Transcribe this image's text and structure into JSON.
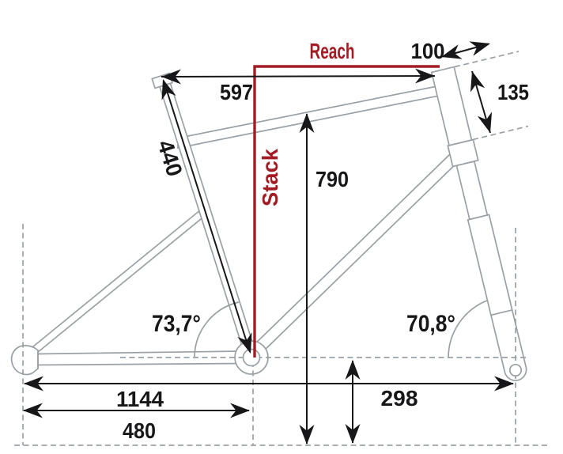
{
  "figure": {
    "type": "bicycle-frame-geometry-diagram"
  },
  "colors": {
    "accent_red": "#a31c23",
    "dimension_black": "#17171a",
    "frame_gray": "#9aa0a4",
    "background": "#ffffff"
  },
  "measurements": {
    "reach_label": "Reach",
    "stack_label": "Stack",
    "top_tube_length": "597",
    "stem_length": "100",
    "head_tube_length": "135",
    "seat_tube_length": "440",
    "standover_height": "790",
    "seat_tube_angle": "73,7°",
    "head_tube_angle": "70,8°",
    "wheelbase": "1144",
    "chainstay_length": "480",
    "bb_height": "298"
  }
}
